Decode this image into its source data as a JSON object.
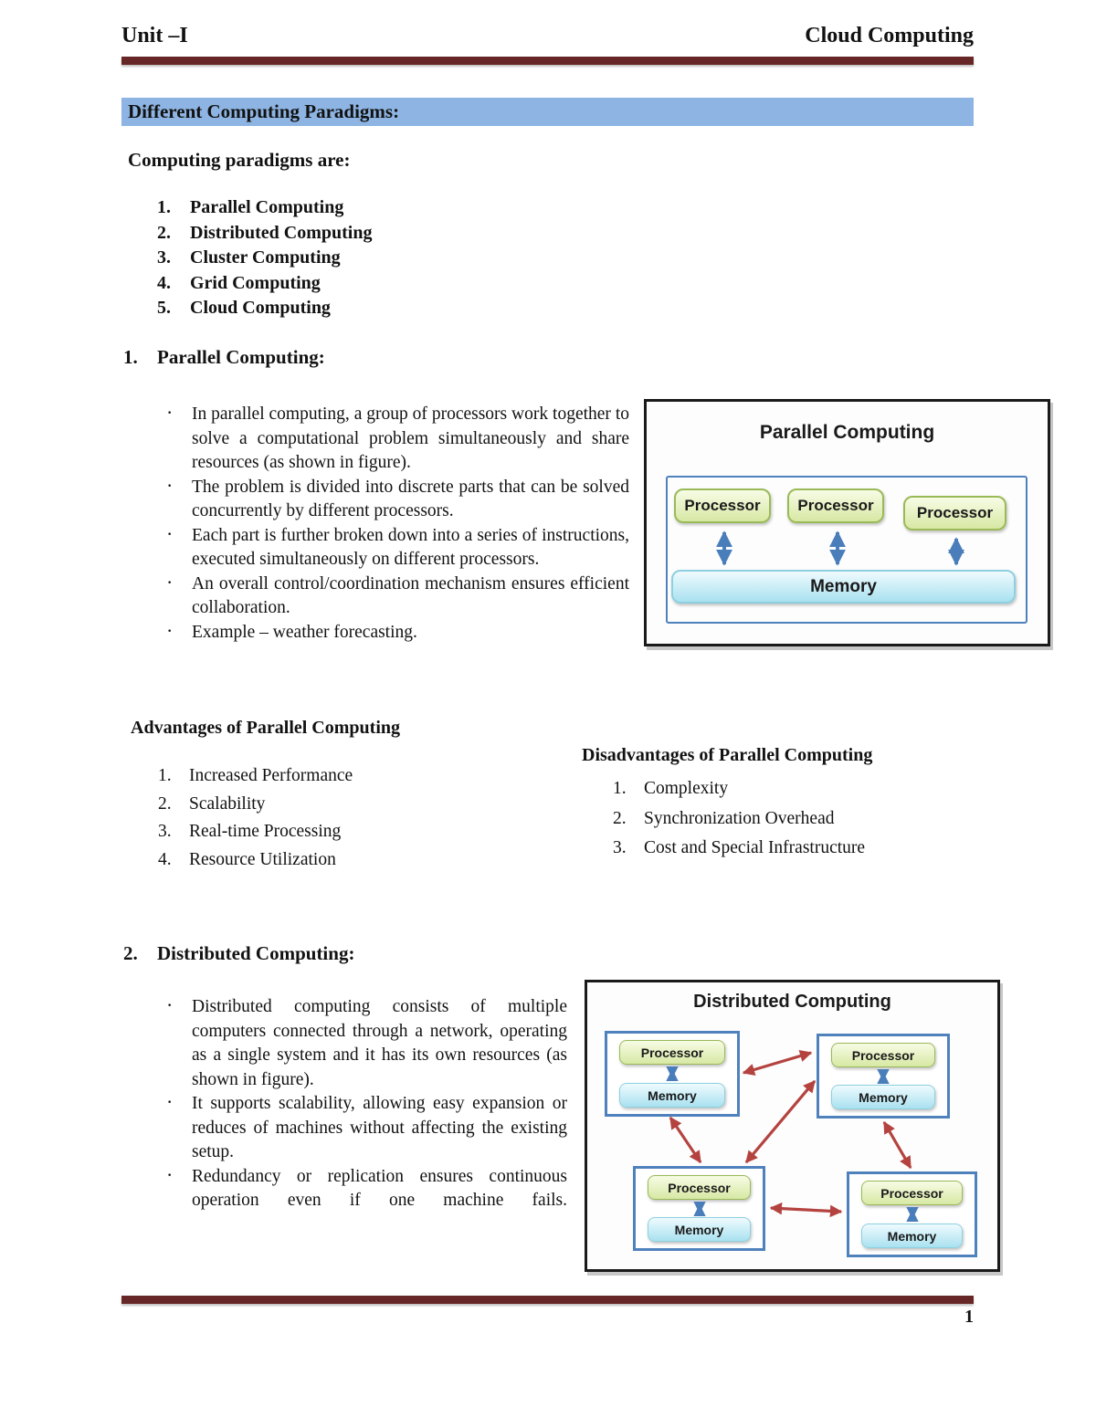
{
  "header": {
    "unit": "Unit –I",
    "course": "Cloud Computing"
  },
  "headline": "Different Computing Paradigms:",
  "intro": "Computing paradigms are:",
  "glyphs": {
    "bullet": "·"
  },
  "paradigms": [
    {
      "n": "1.",
      "t": "Parallel Computing"
    },
    {
      "n": "2.",
      "t": "Distributed Computing"
    },
    {
      "n": "3.",
      "t": "Cluster Computing"
    },
    {
      "n": "4.",
      "t": "Grid Computing"
    },
    {
      "n": "5.",
      "t": "Cloud Computing"
    }
  ],
  "section_parallel": {
    "num": "1.",
    "title": "Parallel Computing:",
    "bullets": [
      "In parallel computing, a group of processors work together to solve a computational problem simultaneously and share resources (as shown in figure).",
      "The problem is divided into discrete parts that can be solved concurrently by different processors.",
      "Each part is further broken down into a series of instructions, executed simultaneously on different processors.",
      "An overall control/coordination mechanism ensures efficient collaboration.",
      "Example – weather forecasting."
    ],
    "advantages": {
      "title": "Advantages of Parallel Computing",
      "items": [
        {
          "n": "1.",
          "t": "Increased Performance"
        },
        {
          "n": "2.",
          "t": "Scalability"
        },
        {
          "n": "3.",
          "t": "Real-time Processing"
        },
        {
          "n": "4.",
          "t": "Resource Utilization"
        }
      ]
    },
    "disadvantages": {
      "title": "Disadvantages of Parallel Computing",
      "items": [
        {
          "n": "1.",
          "t": "Complexity"
        },
        {
          "n": "2.",
          "t": "Synchronization Overhead"
        },
        {
          "n": "3.",
          "t": "Cost and Special Infrastructure"
        }
      ]
    }
  },
  "section_distributed": {
    "num": "2.",
    "title": "Distributed Computing:",
    "bullets": [
      "Distributed computing consists of multiple computers connected through a network, operating as a single system and it has its own resources (as shown in figure).",
      "It supports scalability, allowing easy expansion or reduces of machines without affecting the existing setup.",
      "Redundancy or replication ensures continuous operation even if one machine fails."
    ]
  },
  "diagrams": {
    "parallel": {
      "title": "Parallel Computing",
      "processor": "Processor",
      "memory": "Memory"
    },
    "distributed": {
      "title": "Distributed Computing",
      "processor": "Processor",
      "memory": "Memory"
    }
  },
  "footer": {
    "page_number": "1"
  },
  "colors": {
    "rule_bar": "#682727",
    "headline_highlight": "#8db4e2",
    "diagram_node_border": "#4f81bd",
    "processor_fill": "#d7e8a4",
    "processor_border": "#9aba58",
    "memory_fill": "#a9e1f0",
    "memory_border": "#8ed0e0",
    "blue_arrow": "#4a7ebb",
    "red_arrow": "#b4433f"
  }
}
